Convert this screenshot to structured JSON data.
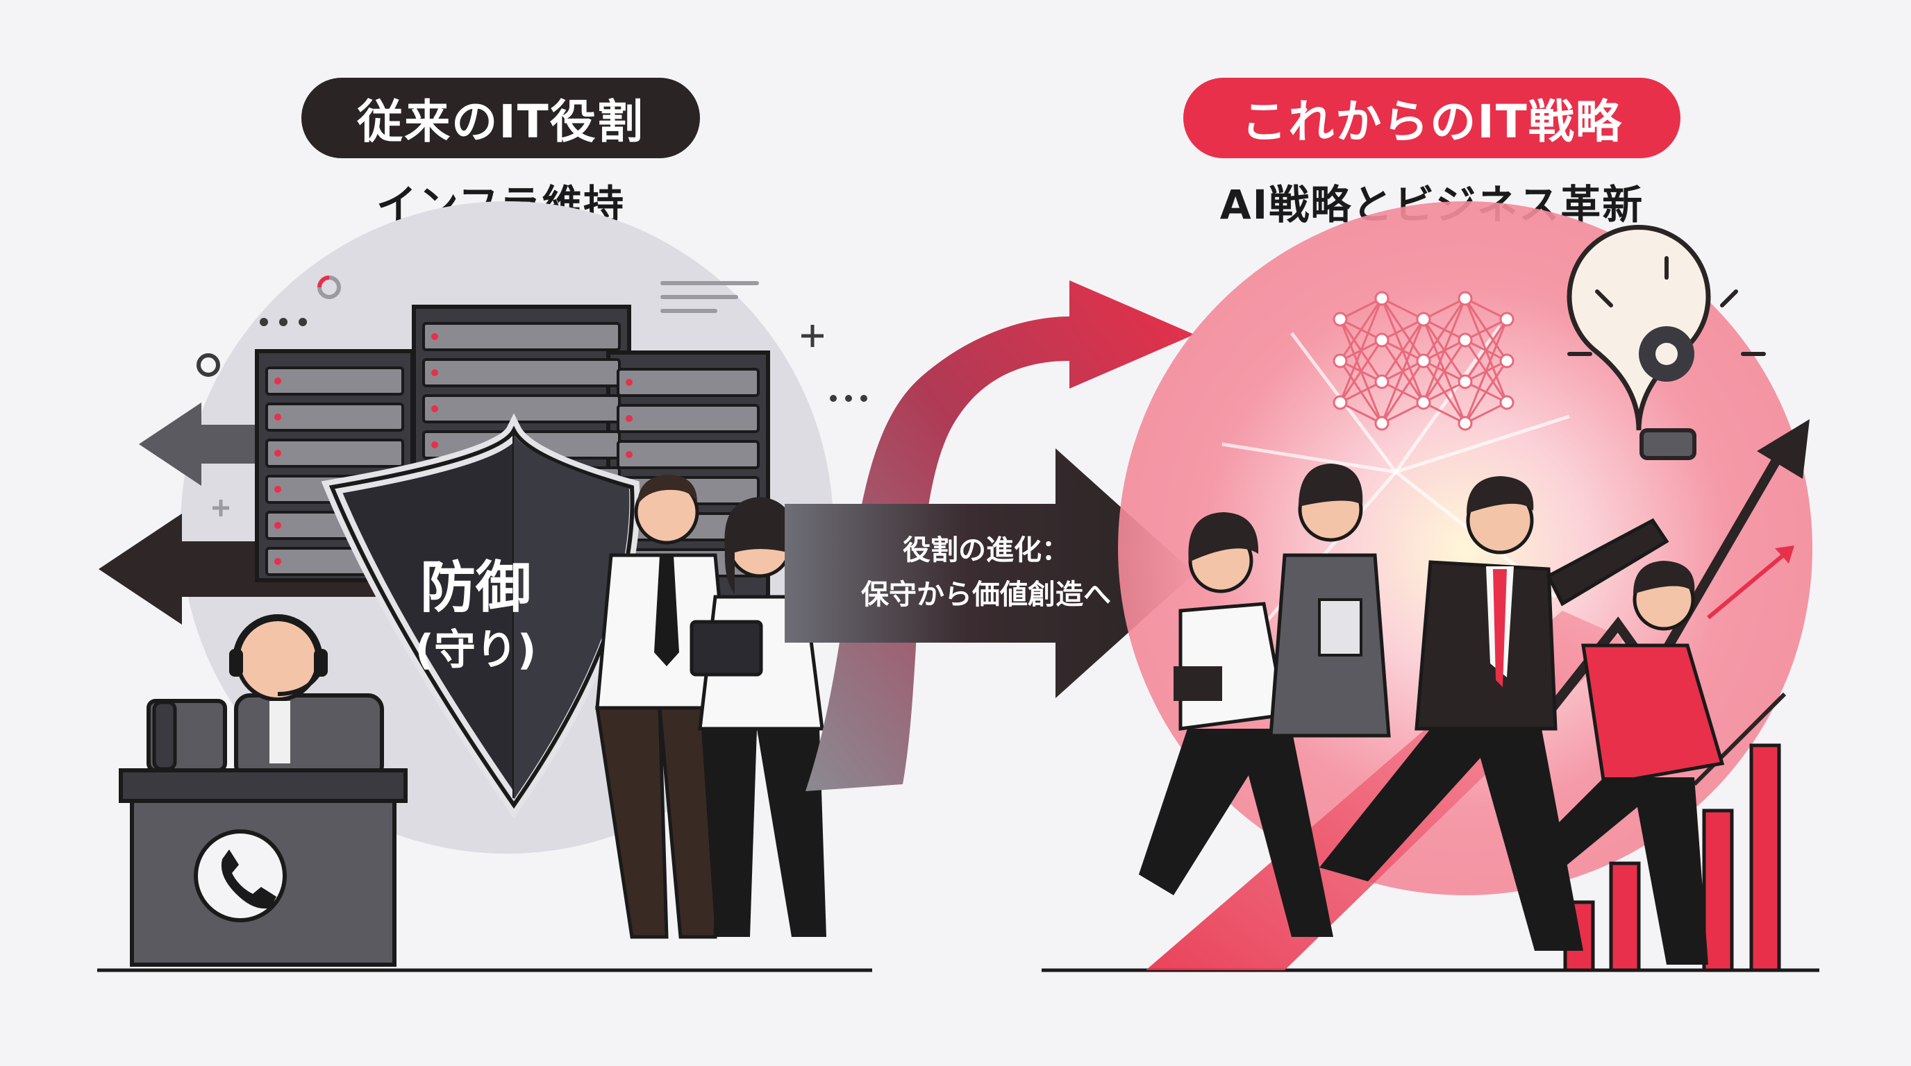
{
  "left": {
    "heading": "従来のIT役割",
    "subheading": "インフラ維持",
    "shield_line1": "防御",
    "shield_line2": "(守り)",
    "pill_color": "#2a2424"
  },
  "right": {
    "heading": "これからのIT戦略",
    "subheading": "AI戦略とビジネス革新",
    "pill_color": "#e8304a"
  },
  "center": {
    "caption_line1": "役割の進化：",
    "caption_line2": "保守から価値創造へ"
  },
  "colors": {
    "accent": "#e8304a",
    "dark": "#2a2424",
    "gray": "#5a5a60"
  },
  "icons": [
    "server-rack-icon",
    "shield-icon",
    "headset-icon",
    "desk-phone-icon",
    "phone-icon",
    "neural-network-icon",
    "lightbulb-gear-icon",
    "growth-arrow-icon",
    "bar-chart-icon"
  ]
}
